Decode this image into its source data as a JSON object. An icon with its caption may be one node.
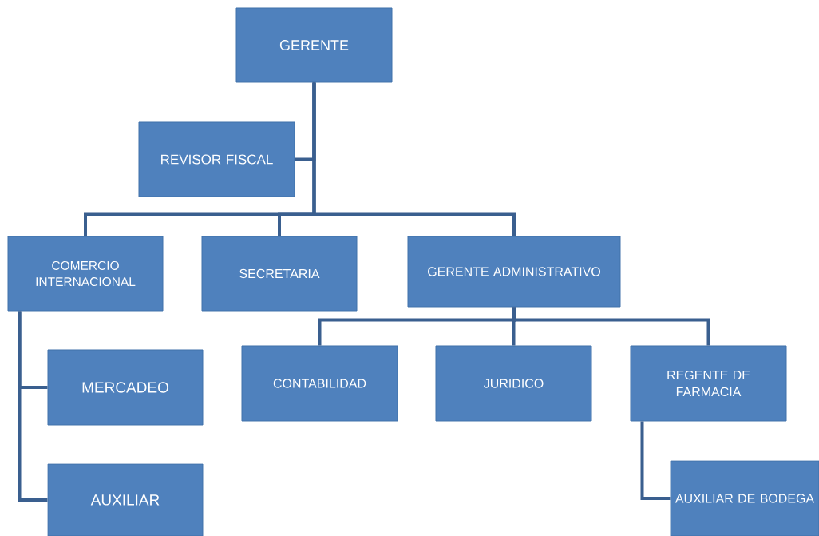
{
  "diagram": {
    "nodes": [
      {
        "text": [
          "GERENTE"
        ]
      },
      {
        "text": [
          "REVISOR FISCAL"
        ]
      },
      {
        "text": [
          "COMERCIO INTERNACIONAL"
        ]
      },
      {
        "text": [
          "SECRETARIA"
        ]
      },
      {
        "text": [
          "GERENTE ADMINISTRATIVO"
        ]
      },
      {
        "text": [
          "MERCADEO"
        ]
      },
      {
        "text": [
          "AUXILIAR"
        ]
      },
      {
        "text": [
          "CONTABILIDAD"
        ]
      },
      {
        "text": [
          "JURIDICO"
        ]
      },
      {
        "text": [
          "REGENTE DE FARMACIA"
        ]
      },
      {
        "text": [
          "AUXILIAR DE BODEGA"
        ]
      }
    ],
    "edges": [
      {
        "from": 0,
        "to": 1,
        "arrow": "none"
      },
      {
        "from": 0,
        "to": 2,
        "arrow": "none"
      },
      {
        "from": 0,
        "to": 3,
        "arrow": "none"
      },
      {
        "from": 0,
        "to": 4,
        "arrow": "none"
      },
      {
        "from": 2,
        "to": 5,
        "arrow": "none"
      },
      {
        "from": 2,
        "to": 6,
        "arrow": "none"
      },
      {
        "from": 4,
        "to": 7,
        "arrow": "none"
      },
      {
        "from": 4,
        "to": 8,
        "arrow": "none"
      },
      {
        "from": 4,
        "to": 9,
        "arrow": "none"
      },
      {
        "from": 9,
        "to": 10,
        "arrow": "none"
      }
    ]
  }
}
